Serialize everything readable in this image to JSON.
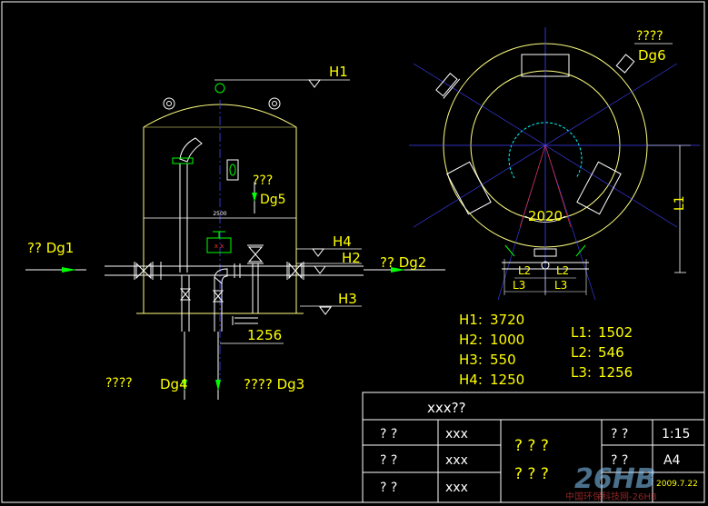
{
  "colors": {
    "background": "#000000",
    "frame": "#ffffff",
    "vessel": "#ffff80",
    "pipe": "#ffffff",
    "centerline": "#4040ff",
    "dimension": "#00ff00",
    "level": "#00ffff",
    "accent_red": "#ff3030",
    "title_text": "#ffffff",
    "yellow_text": "#ffff00"
  },
  "elevation": {
    "width_dim": "2500",
    "labels": {
      "h1": "H1",
      "h2": "H2",
      "h3": "H3",
      "h4": "H4",
      "dg1": "?? Dg1",
      "dg2": "?? Dg2",
      "dg3": "???? Dg3",
      "dg4_prefix": "????",
      "dg4": "Dg4",
      "dg5_q": "???",
      "dg5": "Dg5",
      "dim_1256": "1256",
      "valve_mark": "x x"
    }
  },
  "plan": {
    "labels": {
      "dg6_q": "????",
      "dg6": "Dg6",
      "dim_2020": "2020",
      "l1": "L1",
      "l2a": "L2",
      "l2b": "L2",
      "l3a": "L3",
      "l3b": "L3"
    }
  },
  "params": {
    "heights": [
      {
        "key": "H1:",
        "value": "3720"
      },
      {
        "key": "H2:",
        "value": "1000"
      },
      {
        "key": "H3:",
        "value": "550"
      },
      {
        "key": "H4:",
        "value": "1250"
      }
    ],
    "lengths": [
      {
        "key": "L1:",
        "value": "1502"
      },
      {
        "key": "L2:",
        "value": "546"
      },
      {
        "key": "L3:",
        "value": "1256"
      }
    ]
  },
  "title_block": {
    "title": "xxx??",
    "rows": [
      {
        "label": "? ?",
        "value": "xxx"
      },
      {
        "label": "? ?",
        "value": "xxx"
      },
      {
        "label": "? ?",
        "value": "xxx"
      }
    ],
    "center_rows": [
      "? ? ?",
      "? ? ?"
    ],
    "right_rows": [
      {
        "label": "? ?",
        "value": "1:15"
      },
      {
        "label": "? ?",
        "value": "A4"
      },
      {
        "label": "",
        "value": "2009.7.22"
      }
    ]
  },
  "watermark": {
    "logo": "26HB",
    "sub": "中国环保科技网-26HB"
  }
}
